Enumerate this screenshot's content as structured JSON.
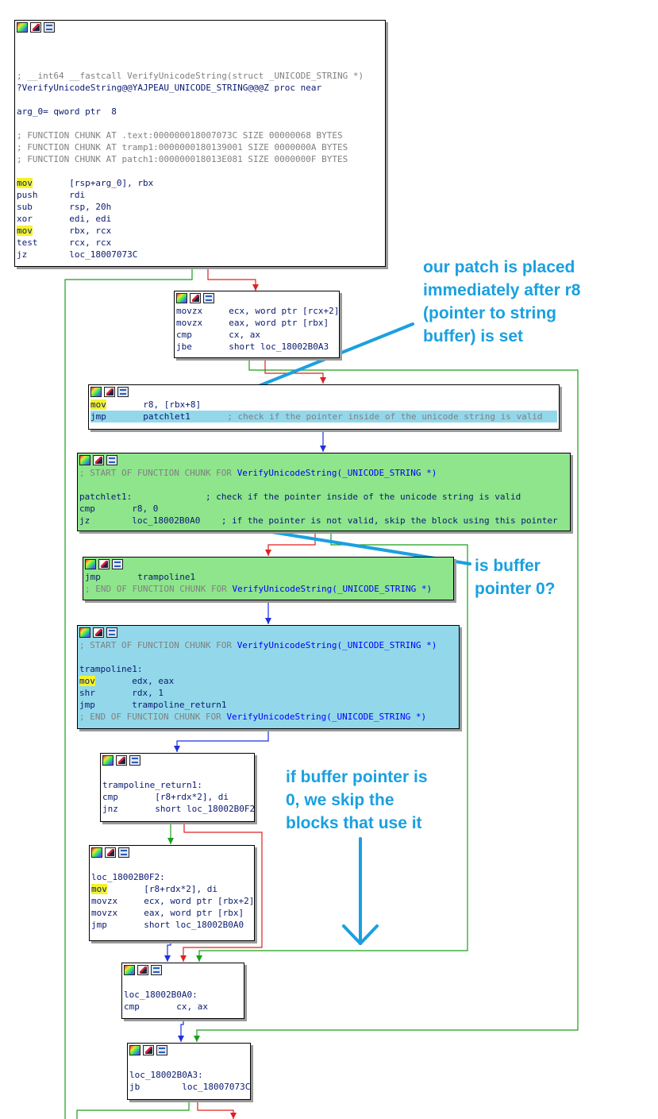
{
  "nodes": {
    "n1": {
      "lines": [
        "",
        "",
        "",
        "; __int64 __fastcall VerifyUnicodeString(struct _UNICODE_STRING *)",
        "?VerifyUnicodeString@@YAJPEAU_UNICODE_STRING@@@Z proc near",
        "",
        "arg_0= qword ptr  8",
        "",
        "; FUNCTION CHUNK AT .text:000000018007073C SIZE 00000068 BYTES",
        "; FUNCTION CHUNK AT tramp1:0000000180139001 SIZE 0000000A BYTES",
        "; FUNCTION CHUNK AT patch1:000000018013E081 SIZE 0000000F BYTES",
        ""
      ],
      "instrs": [
        {
          "m": "mov",
          "o": "[rsp+arg_0], rbx",
          "hl": true
        },
        {
          "m": "push",
          "o": "rdi"
        },
        {
          "m": "sub",
          "o": "rsp, 20h"
        },
        {
          "m": "xor",
          "o": "edi, edi"
        },
        {
          "m": "mov",
          "o": "rbx, rcx",
          "hl": true
        },
        {
          "m": "test",
          "o": "rcx, rcx"
        },
        {
          "m": "jz",
          "o": "loc_18007073C"
        }
      ]
    },
    "n2": {
      "instrs": [
        {
          "m": "movzx",
          "o": "ecx, word ptr [rcx+2]"
        },
        {
          "m": "movzx",
          "o": "eax, word ptr [rbx]"
        },
        {
          "m": "cmp",
          "o": "cx, ax"
        },
        {
          "m": "jbe",
          "o": "short loc_18002B0A3"
        }
      ]
    },
    "n3": {
      "instrs": [
        {
          "m": "mov",
          "o": "r8, [rbx+8]",
          "hl": true
        },
        {
          "m": "jmp",
          "o": "patchlet1",
          "c": "       ; check if the pointer inside of the unicode string is valid",
          "sel": true
        }
      ]
    },
    "n4": {
      "head": "; START OF FUNCTION CHUNK FOR ",
      "head_fn": "VerifyUnicodeString(_UNICODE_STRING *)",
      "label": "patchlet1:",
      "label_c": "              ; check if the pointer inside of the unicode string is valid",
      "instrs": [
        {
          "m": "cmp",
          "o": "r8, 0"
        },
        {
          "m": "jz",
          "o": "loc_18002B0A0",
          "c": "    ; if the pointer is not valid, skip the block using this pointer"
        }
      ]
    },
    "n5": {
      "instrs": [
        {
          "m": "jmp",
          "o": "trampoline1"
        }
      ],
      "tail": "; END OF FUNCTION CHUNK FOR ",
      "tail_fn": "VerifyUnicodeString(_UNICODE_STRING *)"
    },
    "n6": {
      "head": "; START OF FUNCTION CHUNK FOR ",
      "head_fn": "VerifyUnicodeString(_UNICODE_STRING *)",
      "label": "trampoline1:",
      "instrs": [
        {
          "m": "mov",
          "o": "edx, eax",
          "hl": true
        },
        {
          "m": "shr",
          "o": "rdx, 1"
        },
        {
          "m": "jmp",
          "o": "trampoline_return1"
        }
      ],
      "tail": "; END OF FUNCTION CHUNK FOR ",
      "tail_fn": "VerifyUnicodeString(_UNICODE_STRING *)"
    },
    "n7": {
      "label": "trampoline_return1:",
      "instrs": [
        {
          "m": "cmp",
          "o": "[r8+rdx*2], di"
        },
        {
          "m": "jnz",
          "o": "short loc_18002B0F2"
        }
      ]
    },
    "n8": {
      "label": "loc_18002B0F2:",
      "instrs": [
        {
          "m": "mov",
          "o": "[r8+rdx*2], di",
          "hl": true
        },
        {
          "m": "movzx",
          "o": "ecx, word ptr [rbx+2]"
        },
        {
          "m": "movzx",
          "o": "eax, word ptr [rbx]"
        },
        {
          "m": "jmp",
          "o": "short loc_18002B0A0"
        }
      ]
    },
    "n9": {
      "label": "loc_18002B0A0:",
      "instrs": [
        {
          "m": "cmp",
          "o": "cx, ax"
        }
      ]
    },
    "n10": {
      "label": "loc_18002B0A3:",
      "instrs": [
        {
          "m": "jb",
          "o": "loc_18007073C"
        }
      ]
    }
  },
  "annotations": {
    "patch_note": "our patch is placed\nimmediately after r8\n(pointer to string\nbuffer) is set",
    "zero_note": "is buffer\npointer 0?",
    "skip_note": "if buffer pointer is\n0, we skip the\nblocks that use it"
  },
  "colors": {
    "chunk_green": "#8ee58c",
    "chunk_blue": "#92d8ea",
    "highlight": "#f3f32a",
    "annotation": "#1aa0e0",
    "edge_true": "#18a018",
    "edge_false": "#e02020",
    "edge_uncond": "#1a30e0"
  }
}
